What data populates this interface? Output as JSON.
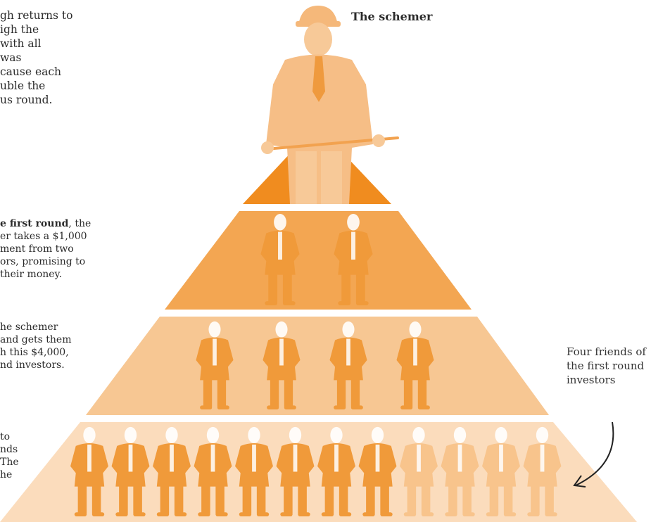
{
  "title": "The schemer",
  "intro_lines": [
    "gh returns to",
    "igh the",
    "with all",
    "was",
    "cause each",
    "uble the",
    "us round."
  ],
  "round1": {
    "lead_bold": "e first round",
    "lead_tail": ", the",
    "lines": [
      "er takes a $1,000",
      "ment from two",
      "ors, promising to",
      " their money."
    ]
  },
  "round2_lines": [
    "he schemer",
    "and gets them",
    "h this $4,000,",
    "nd investors."
  ],
  "round3_lines": [
    "to",
    "nds",
    "The",
    "he"
  ],
  "annotation_lines": [
    "Four friends of",
    "the first round",
    "investors"
  ],
  "colors": {
    "tier1": "#f08c1f",
    "tier2": "#f3a652",
    "tier3": "#f7c793",
    "tier4": "#fbdcbc",
    "figure_dark": "#f09a3a",
    "figure_light": "#f8c48c",
    "schemer": "#f7c998"
  },
  "tiers": [
    {
      "figures": 0
    },
    {
      "figures": 2
    },
    {
      "figures": 4
    },
    {
      "figures": 12,
      "dark_figures": 8,
      "light_figures": 4
    }
  ]
}
